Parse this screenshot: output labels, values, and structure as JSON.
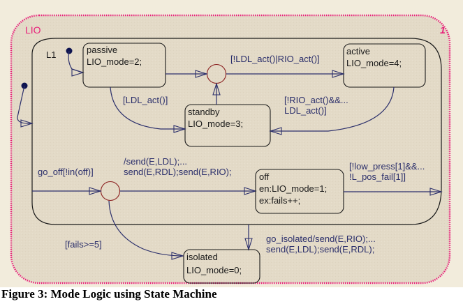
{
  "chart": {
    "outer_state": {
      "name": "LIO",
      "decomposition_number": "1"
    },
    "inner_state": {
      "name": "L1"
    },
    "states": {
      "passive": {
        "name": "passive",
        "action": "LIO_mode=2;"
      },
      "active": {
        "name": "active",
        "action": "LIO_mode=4;"
      },
      "standby": {
        "name": "standby",
        "action": "LIO_mode=3;"
      },
      "off": {
        "name": "off",
        "entry": "en:LIO_mode=1;",
        "exit": "ex:fails++;"
      },
      "isolated": {
        "name": "isolated",
        "action": "LIO_mode=0;"
      }
    },
    "transitions": {
      "to_active": "[!LDL_act()|RIO_act()]",
      "to_standby_from_passive": "[LDL_act()]",
      "to_standby_from_active_1": "[!RIO_act()&&...",
      "to_standby_from_active_2": "LDL_act()]",
      "go_off": "go_off[!in(off)]",
      "send_1": "/send(E,LDL);...",
      "send_2": "send(E,RDL);send(E,RIO);",
      "exit_off_1": "[!low_press[1]&&...",
      "exit_off_2": "!L_pos_fail[1]]",
      "fails": "[fails>=5]",
      "go_isolated_1": "go_isolated/send(E,RIO);...",
      "go_isolated_2": "send(E,LDL);send(E,RDL);"
    }
  },
  "caption": "Figure 3: Mode Logic using State Machine",
  "colors": {
    "background": "#e5dcc9",
    "border": "#e8207a",
    "transition": "#2b2f6b",
    "junction": "#8b2020"
  }
}
